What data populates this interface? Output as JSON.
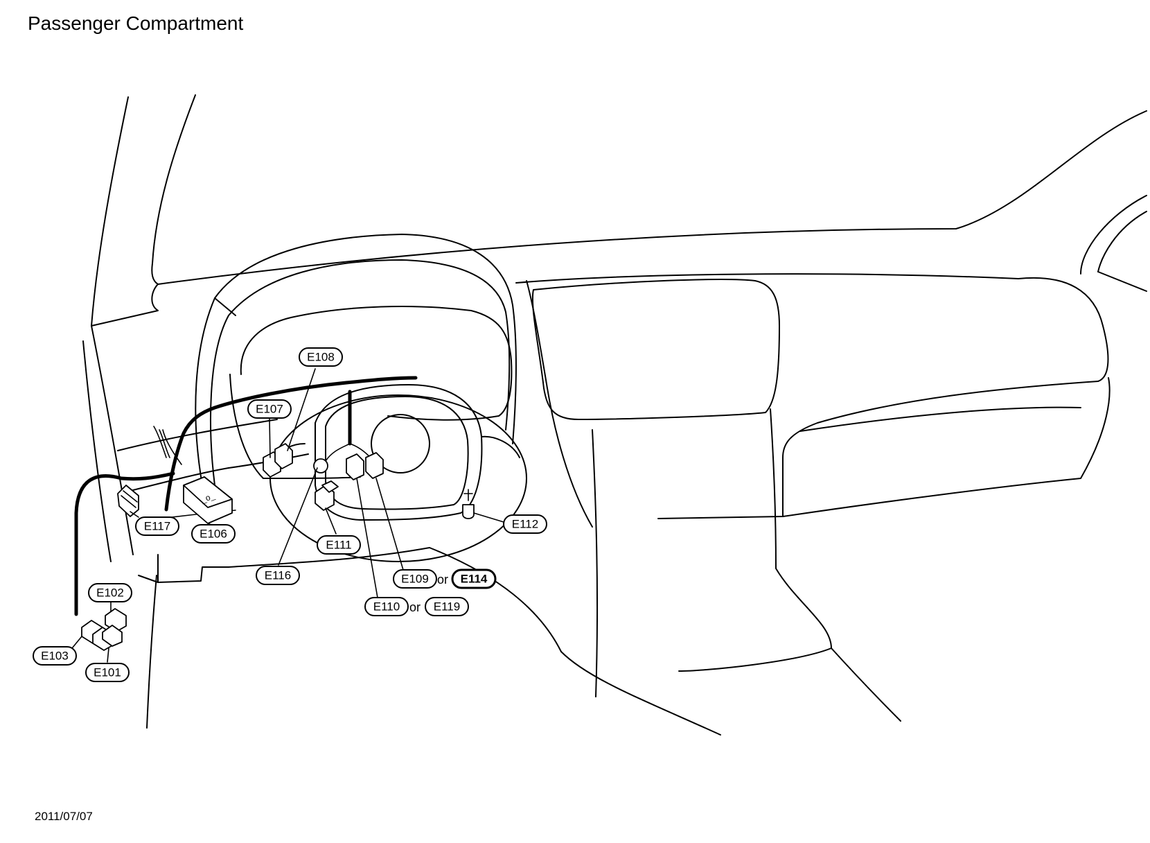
{
  "title": "Passenger Compartment",
  "footer_date": "2011/07/07",
  "or_text": "or",
  "connectors": {
    "e101": "E101",
    "e102": "E102",
    "e103": "E103",
    "e106": "E106",
    "e107": "E107",
    "e108": "E108",
    "e109": "E109",
    "e110": "E110",
    "e111": "E111",
    "e112": "E112",
    "e114": "E114",
    "e116": "E116",
    "e117": "E117",
    "e119": "E119"
  }
}
